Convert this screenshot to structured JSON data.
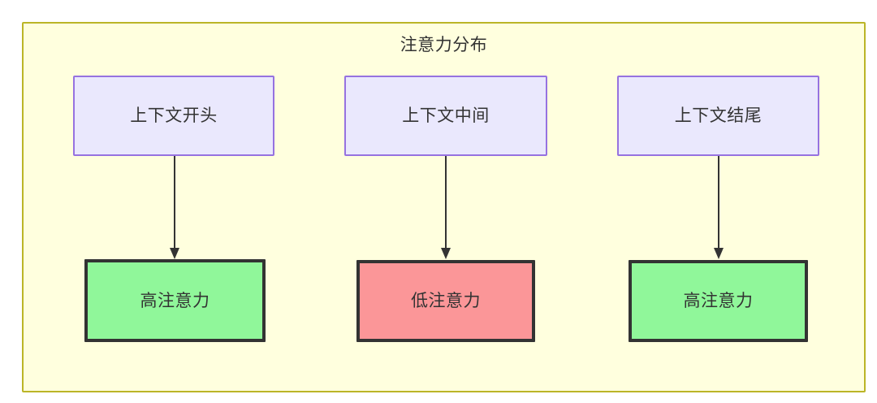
{
  "diagram": {
    "title": "注意力分布",
    "background_color": "#ffffff",
    "container": {
      "fill": "#ffffde",
      "border": "#bbb527"
    },
    "palette": {
      "context_fill": "#eae8fd",
      "context_border": "#9672e0",
      "high_attention_fill": "#90f79a",
      "low_attention_fill": "#fb9698",
      "node_border_dark": "#333333",
      "edge_color": "#333333",
      "text_color": "#333333"
    },
    "columns": [
      {
        "source": {
          "label": "上下文开头",
          "type": "context"
        },
        "target": {
          "label": "高注意力",
          "type": "high"
        },
        "edge": {
          "from": "上下文开头",
          "to": "高注意力",
          "arrow": "down"
        }
      },
      {
        "source": {
          "label": "上下文中间",
          "type": "context"
        },
        "target": {
          "label": "低注意力",
          "type": "low"
        },
        "edge": {
          "from": "上下文中间",
          "to": "低注意力",
          "arrow": "down"
        }
      },
      {
        "source": {
          "label": "上下文结尾",
          "type": "context"
        },
        "target": {
          "label": "高注意力",
          "type": "high"
        },
        "edge": {
          "from": "上下文结尾",
          "to": "高注意力",
          "arrow": "down"
        }
      }
    ]
  }
}
